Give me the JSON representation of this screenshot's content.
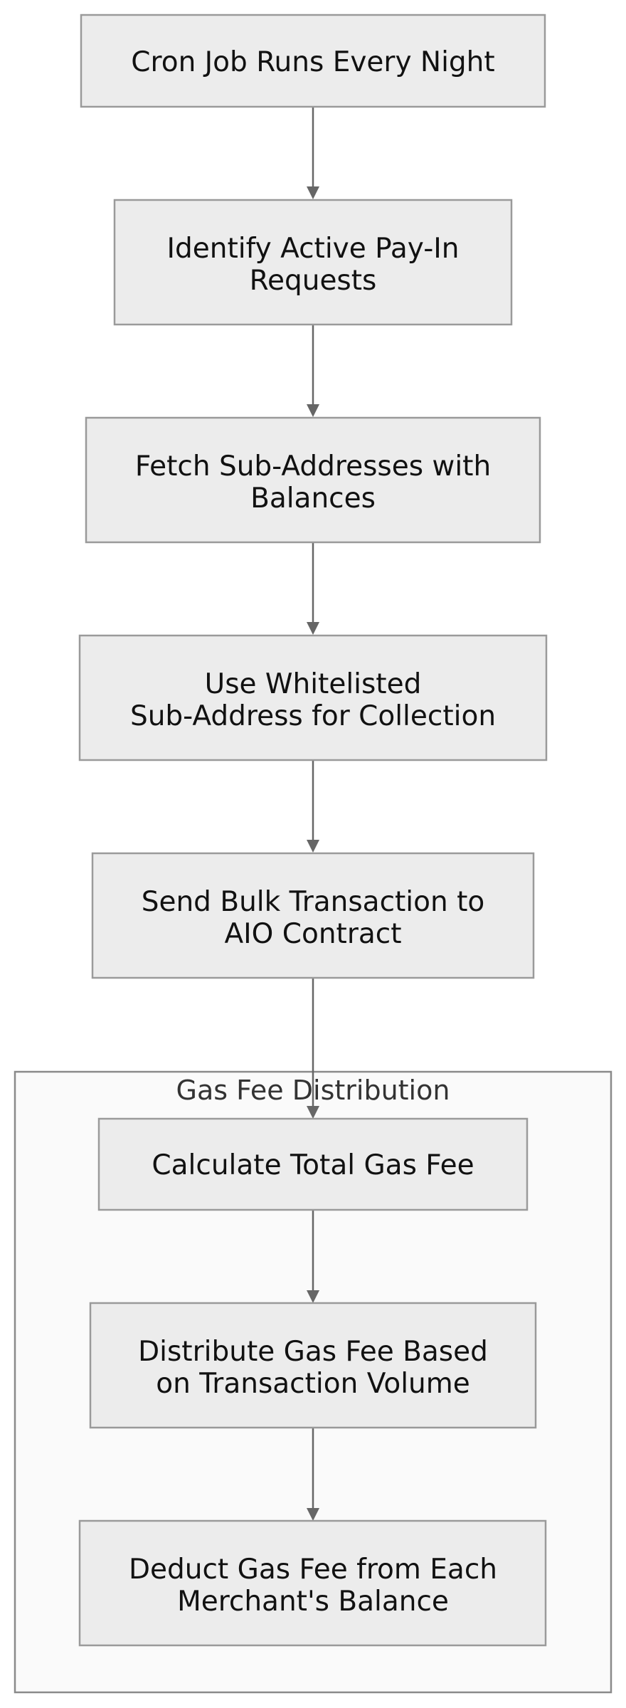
{
  "cluster": {
    "label": "Gas Fee Distribution"
  },
  "nodes": {
    "cron": {
      "lines": [
        "Cron Job Runs Every Night"
      ]
    },
    "identify": {
      "lines": [
        "Identify Active Pay-In",
        "Requests"
      ]
    },
    "fetch": {
      "lines": [
        "Fetch Sub-Addresses with",
        "Balances"
      ]
    },
    "whitelist": {
      "lines": [
        "Use Whitelisted",
        "Sub-Address for Collection"
      ]
    },
    "bulk": {
      "lines": [
        "Send Bulk Transaction to",
        "AIO Contract"
      ]
    },
    "calc": {
      "lines": [
        "Calculate Total Gas Fee"
      ]
    },
    "distribute": {
      "lines": [
        "Distribute Gas Fee Based",
        "on Transaction Volume"
      ]
    },
    "deduct": {
      "lines": [
        "Deduct Gas Fee from Each",
        "Merchant's Balance"
      ]
    }
  },
  "edges": [
    {
      "from": "cron",
      "to": "identify"
    },
    {
      "from": "identify",
      "to": "fetch"
    },
    {
      "from": "fetch",
      "to": "whitelist"
    },
    {
      "from": "whitelist",
      "to": "bulk"
    },
    {
      "from": "bulk",
      "to": "calc"
    },
    {
      "from": "calc",
      "to": "distribute"
    },
    {
      "from": "distribute",
      "to": "deduct"
    }
  ]
}
